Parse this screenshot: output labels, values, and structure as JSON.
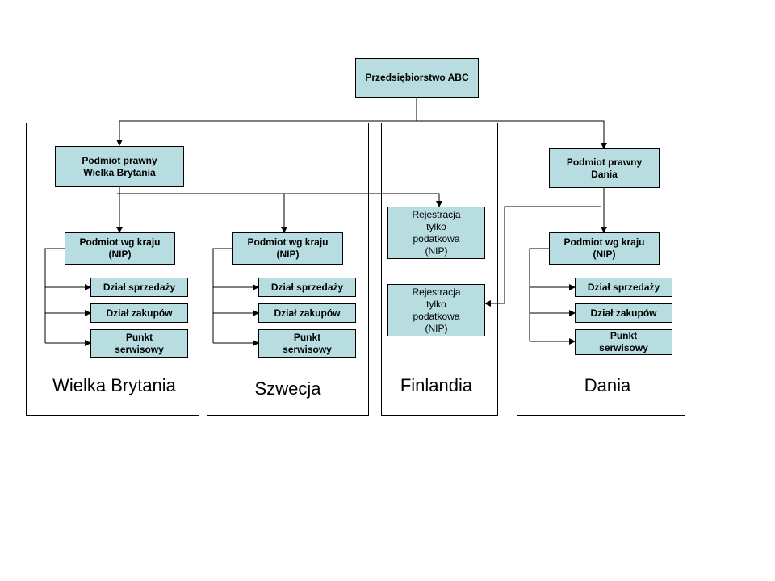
{
  "root": {
    "label": "Przedsiębiorstwo ABC"
  },
  "regions": [
    {
      "country": "Wielka Brytania",
      "legal_entity": "Podmiot prawny\nWielka Brytania",
      "country_entity": "Podmiot wg kraju\n(NIP)",
      "departments": [
        "Dział sprzedaży",
        "Dział zakupów",
        "Punkt\nserwisowy"
      ]
    },
    {
      "country": "Szwecja",
      "country_entity": "Podmiot wg kraju\n(NIP)",
      "departments": [
        "Dział sprzedaży",
        "Dział zakupów",
        "Punkt\nserwisowy"
      ]
    },
    {
      "country": "Finlandia",
      "tax_registrations": [
        "Rejestracja\ntylko\npodatkowa\n(NIP)",
        "Rejestracja\ntylko\npodatkowa\n(NIP)"
      ]
    },
    {
      "country": "Dania",
      "legal_entity": "Podmiot prawny\nDania",
      "country_entity": "Podmiot wg kraju\n(NIP)",
      "departments": [
        "Dział sprzedaży",
        "Dział zakupów",
        "Punkt\nserwisowy"
      ]
    }
  ],
  "colors": {
    "node_fill": "#b7dde0",
    "line": "#000000"
  }
}
